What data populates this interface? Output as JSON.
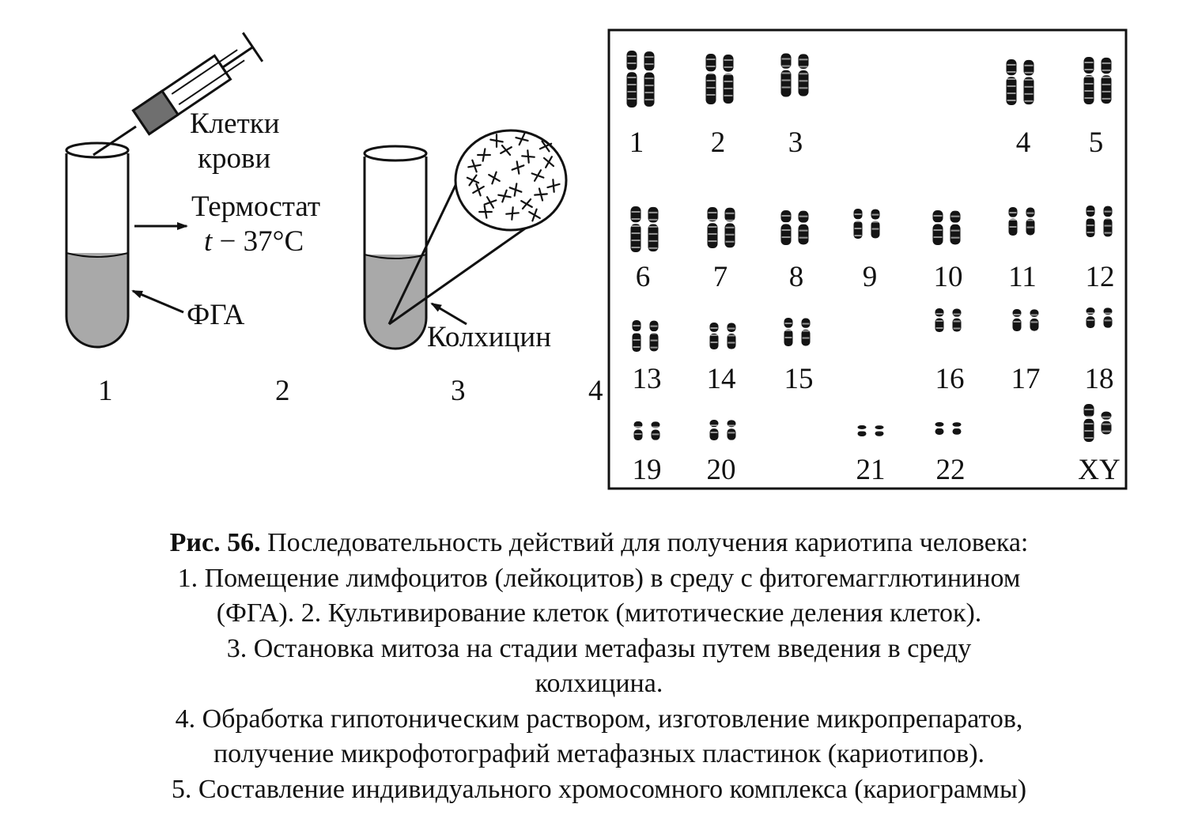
{
  "labels": {
    "blood_cells_line1": "Клетки",
    "blood_cells_line2": "крови",
    "thermostat_line1": "Термостат",
    "thermostat_t": "t",
    "thermostat_rest": " − 37°C",
    "pha": "ФГА",
    "colchicine": "Колхицин"
  },
  "steps": [
    "1",
    "2",
    "3",
    "4"
  ],
  "karyotype_labels": [
    "1",
    "2",
    "3",
    "4",
    "5",
    "6",
    "7",
    "8",
    "9",
    "10",
    "11",
    "12",
    "13",
    "14",
    "15",
    "16",
    "17",
    "18",
    "19",
    "20",
    "21",
    "22",
    "XY"
  ],
  "caption": {
    "figure_ref": "Рис. 56.",
    "title": " Последовательность действий для получения кариотипа человека:",
    "line2": "1. Помещение лимфоцитов (лейкоцитов) в среду с фитогемагглютинином",
    "line3": "(ФГА). 2. Культивирование клеток (митотические деления клеток).",
    "line4": "3. Остановка митоза на стадии метафазы путем введения в среду",
    "line5": "колхицина.",
    "line6": "4. Обработка гипотоническим раствором, изготовление микропрепаратов,",
    "line7": "получение микрофотографий метафазных пластинок (кариотипов).",
    "line8": "5. Составление индивидуального хромосомного комплекса (кариограммы)"
  },
  "colors": {
    "liquid": "#a9a9a9",
    "ink": "#111111",
    "syringe_fill": "#6f6f6f"
  }
}
